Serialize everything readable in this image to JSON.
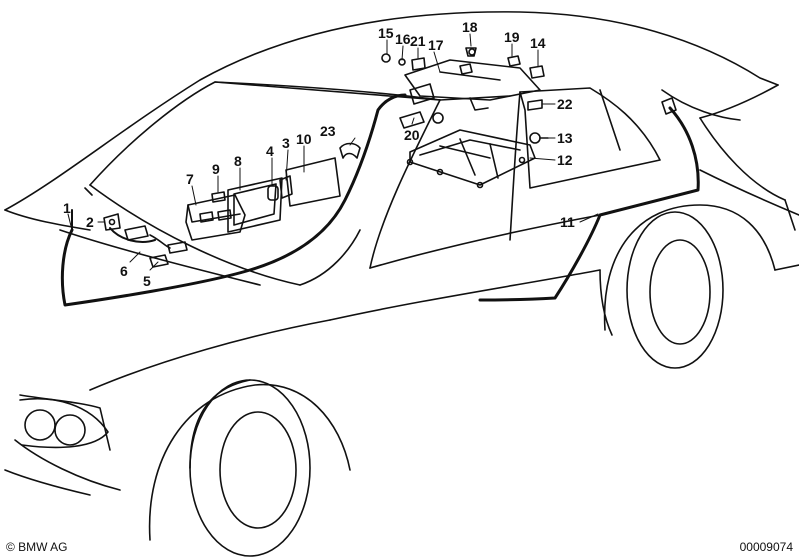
{
  "labels": {
    "p1": "1",
    "p2": "2",
    "p3": "3",
    "p4": "4",
    "p5": "5",
    "p6": "6",
    "p7": "7",
    "p8": "8",
    "p9": "9",
    "p10": "10",
    "p11": "11",
    "p12": "12",
    "p13": "13",
    "p14": "14",
    "p15": "15",
    "p16": "16",
    "p17": "17",
    "p18": "18",
    "p19": "19",
    "p20": "20",
    "p21": "21",
    "p22": "22",
    "p23": "23"
  },
  "footer": {
    "brand": "© BMW AG",
    "diagram_number": "00009074"
  }
}
